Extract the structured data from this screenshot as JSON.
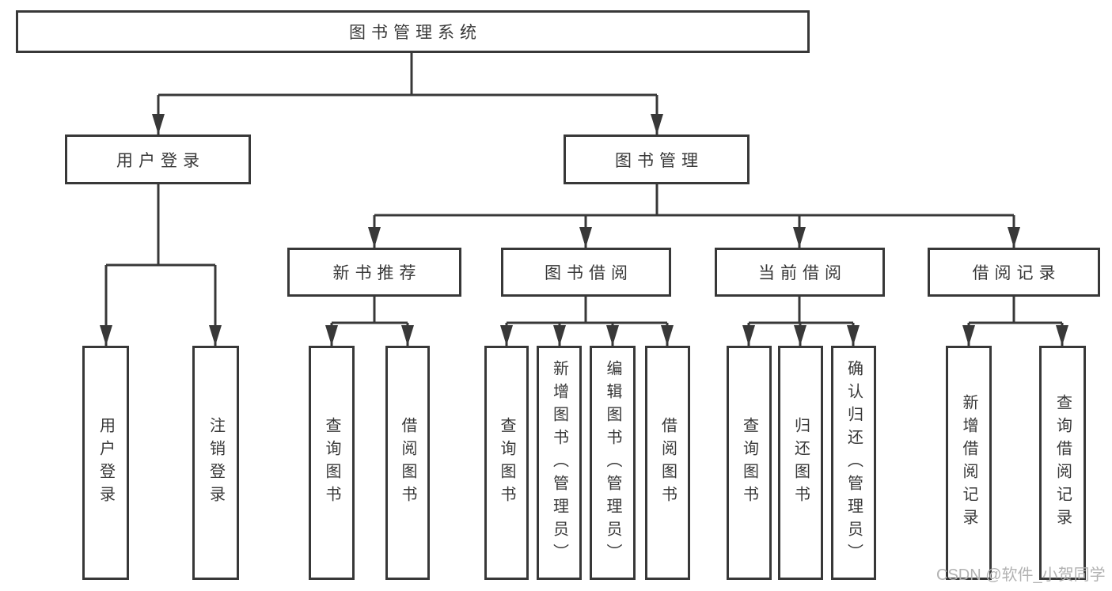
{
  "diagram_title": "图书管理系统",
  "tree": {
    "root": {
      "label": "图书管理系统"
    },
    "branches": [
      {
        "label": "用户登录",
        "leaves": [
          {
            "label": "用户登录"
          },
          {
            "label": "注销登录"
          }
        ]
      },
      {
        "label": "图书管理",
        "groups": [
          {
            "label": "新书推荐",
            "leaves": [
              {
                "label": "查询图书"
              },
              {
                "label": "借阅图书"
              }
            ]
          },
          {
            "label": "图书借阅",
            "leaves": [
              {
                "label": "查询图书"
              },
              {
                "label": "新增图书（管理员）"
              },
              {
                "label": "编辑图书（管理员）"
              },
              {
                "label": "借阅图书"
              }
            ]
          },
          {
            "label": "当前借阅",
            "leaves": [
              {
                "label": "查询图书"
              },
              {
                "label": "归还图书"
              },
              {
                "label": "确认归还（管理员）"
              }
            ]
          },
          {
            "label": "借阅记录",
            "leaves": [
              {
                "label": "新增借阅记录"
              },
              {
                "label": "查询借阅记录"
              }
            ]
          }
        ]
      }
    ]
  },
  "watermark": {
    "text": "CSDN @软件_小贺同学"
  },
  "colors": {
    "line": "#383838",
    "text": "#383838",
    "watermark": "#b2b2b2",
    "background": "#ffffff"
  }
}
